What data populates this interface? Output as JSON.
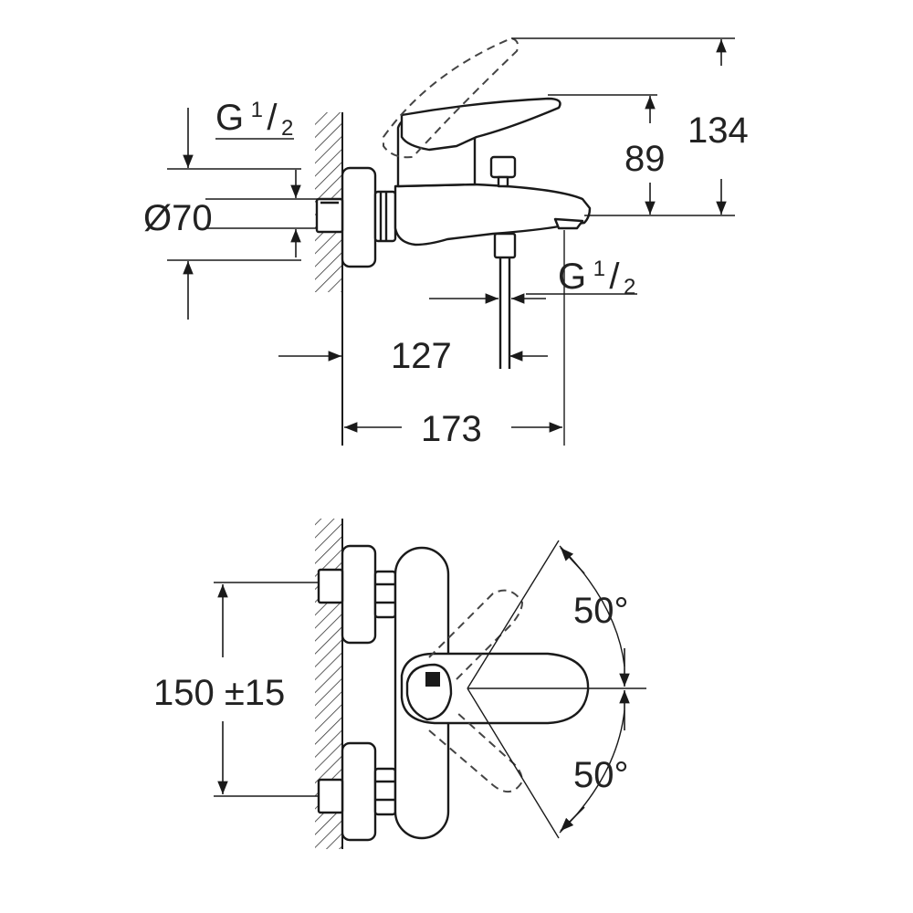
{
  "top_view": {
    "thread_left": {
      "g": "G",
      "num": "1",
      "den": "2"
    },
    "diameter": "Ø70",
    "height_inner": "89",
    "height_outer": "134",
    "thread_bottom": {
      "g": "G",
      "num": "1",
      "den": "2"
    },
    "width_inner": "127",
    "width_outer": "173"
  },
  "front_view": {
    "centre_distance": "150 ±15",
    "angle_up": "50°",
    "angle_down": "50°"
  },
  "colors": {
    "line": "#1a1a1a",
    "background": "#ffffff"
  }
}
